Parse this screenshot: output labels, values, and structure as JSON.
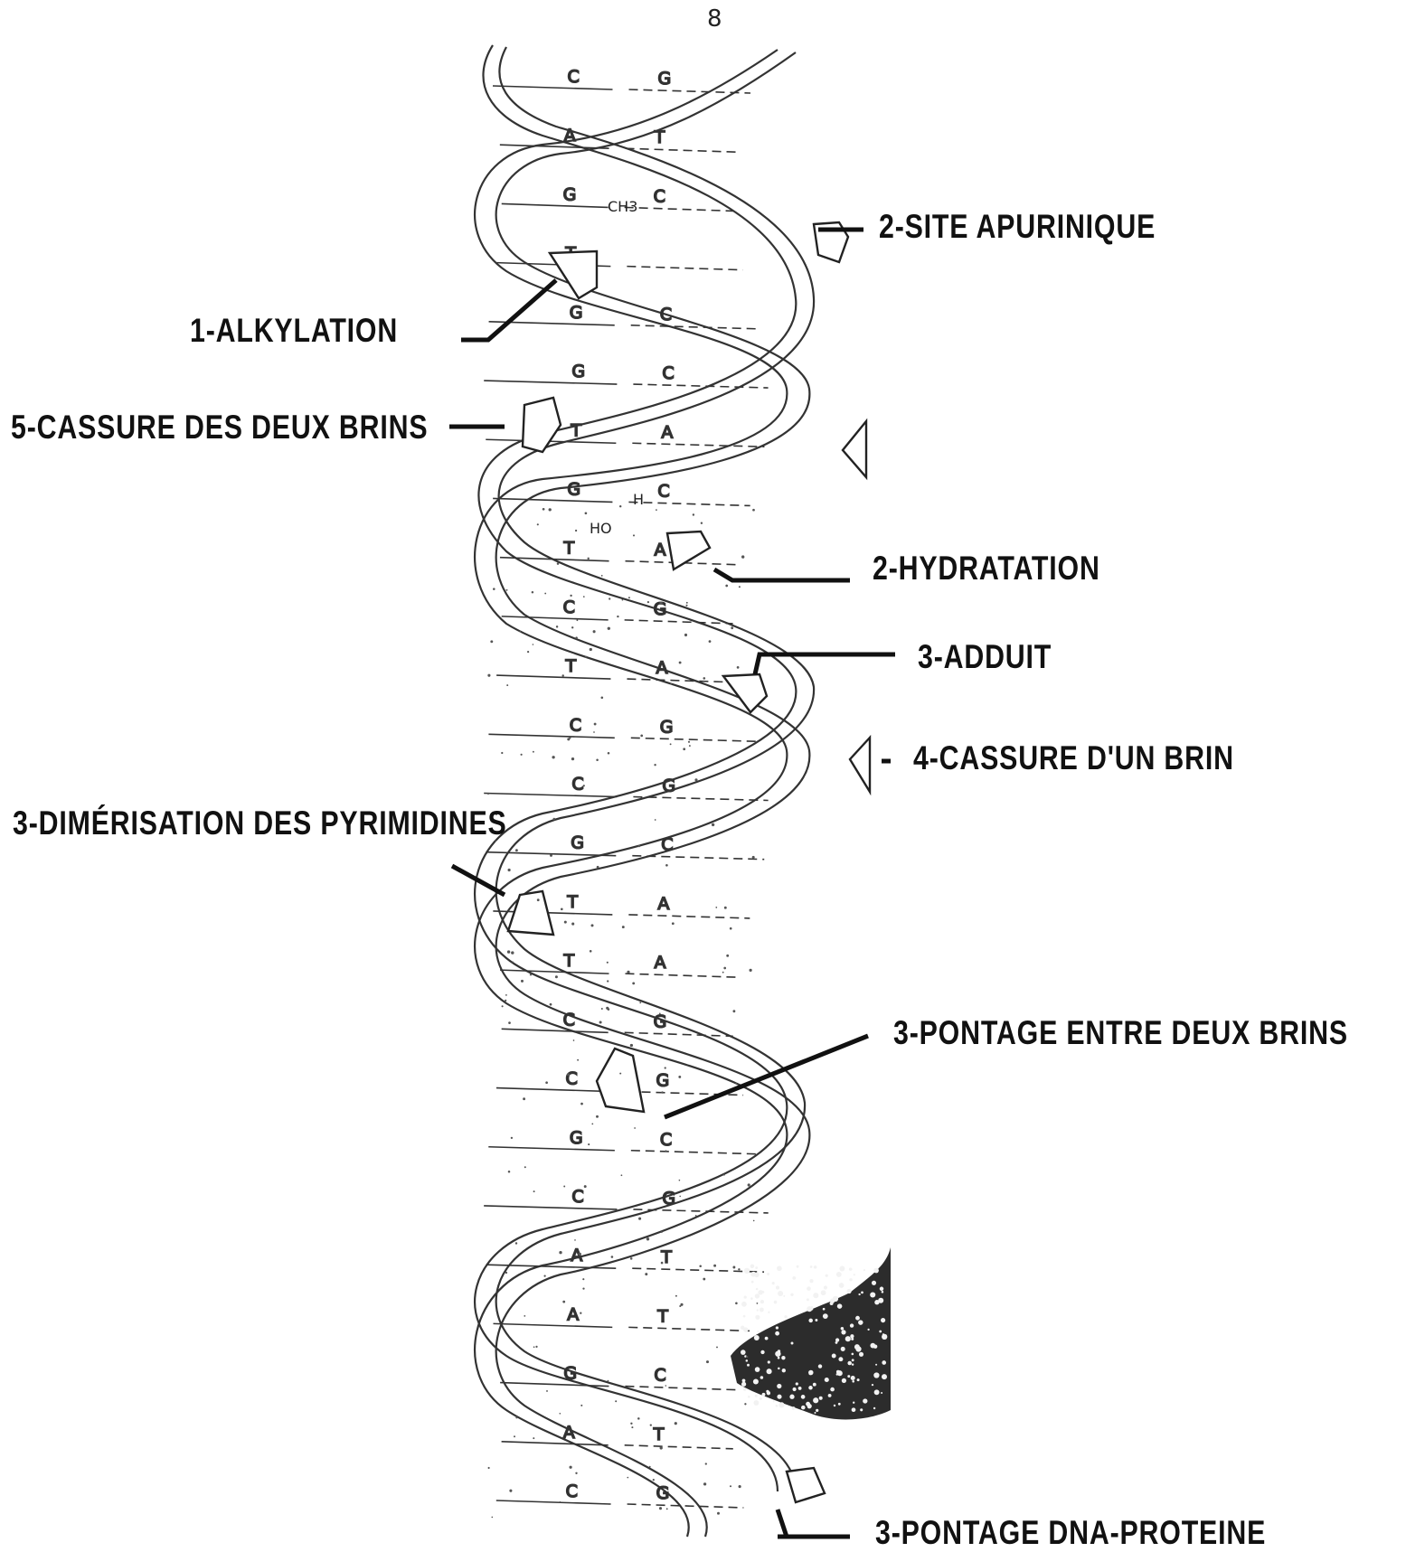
{
  "page_number": "8",
  "labels": {
    "site_apurinique": "2-SITE APURINIQUE",
    "alkylation": "1-ALKYLATION",
    "cassure_deux_brins": "5-CASSURE DES DEUX BRINS",
    "hydratation": "2-HYDRATATION",
    "adduit": "3-ADDUIT",
    "cassure_un_brin": "4-CASSURE D'UN BRIN",
    "dimerisation": "3-DIMÉRISATION DES PYRIMIDINES",
    "pontage_deux_brins": "3-PONTAGE ENTRE DEUX BRINS",
    "pontage_dna_proteine": "3-PONTAGE DNA-PROTEINE"
  },
  "chem_groups": {
    "methyl": "CH3",
    "hydrogen": "H",
    "hydroxyl": "HO"
  },
  "base_pairs": [
    {
      "left": "C",
      "right": "G"
    },
    {
      "left": "A",
      "right": "T"
    },
    {
      "left": "G",
      "right": "C"
    },
    {
      "left": "T",
      "right": ""
    },
    {
      "left": "G",
      "right": "C"
    },
    {
      "left": "G",
      "right": "C"
    },
    {
      "left": "T",
      "right": "A"
    },
    {
      "left": "G",
      "right": "C"
    },
    {
      "left": "T",
      "right": "A"
    },
    {
      "left": "C",
      "right": "G"
    },
    {
      "left": "T",
      "right": "A"
    },
    {
      "left": "C",
      "right": "G"
    },
    {
      "left": "C",
      "right": "G"
    },
    {
      "left": "G",
      "right": "C"
    },
    {
      "left": "T",
      "right": "A"
    },
    {
      "left": "T",
      "right": "A"
    },
    {
      "left": "C",
      "right": "G"
    },
    {
      "left": "C",
      "right": "G"
    },
    {
      "left": "G",
      "right": "C"
    },
    {
      "left": "C",
      "right": "G"
    },
    {
      "left": "A",
      "right": "T"
    },
    {
      "left": "A",
      "right": "T"
    },
    {
      "left": "G",
      "right": "C"
    },
    {
      "left": "A",
      "right": "T"
    },
    {
      "left": "C",
      "right": "G"
    }
  ]
}
